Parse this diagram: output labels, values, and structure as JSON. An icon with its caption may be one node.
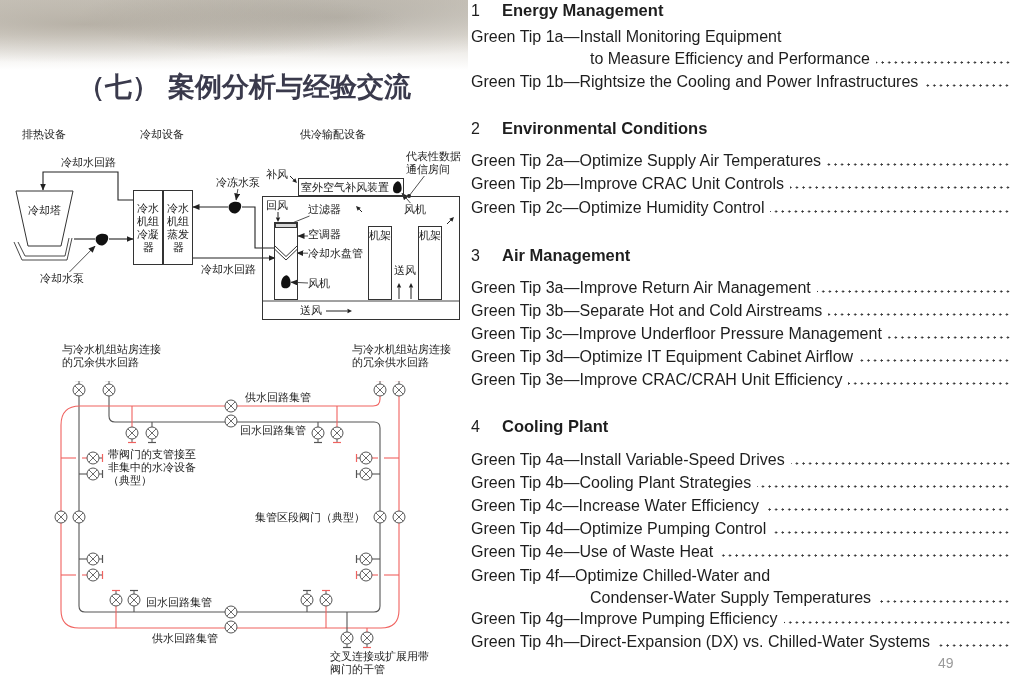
{
  "diagram": {
    "title": "（七） 案例分析与经验交流",
    "nodes": [
      {
        "text": [
          "冷却塔"
        ]
      },
      {
        "text": [
          "冷水机组冷凝器"
        ]
      },
      {
        "text": [
          "冷水机组蒸发器"
        ]
      },
      {
        "text": [],
        "shape": "pump"
      },
      {
        "text": [
          "冷却水泵"
        ]
      },
      {
        "text": [],
        "shape": "pump"
      },
      {
        "text": [
          "冷冻水泵"
        ]
      },
      {
        "text": [
          "室外空气补风装置"
        ]
      },
      {
        "text": [],
        "shape": "fan",
        "in": 7
      },
      {
        "text": [],
        "shape": "box"
      },
      {
        "text": [
          "代表性数据通信房间"
        ]
      },
      {
        "text": [
          "风机"
        ],
        "in": 9
      },
      {
        "text": [],
        "shape": "box",
        "in": 9
      },
      {
        "text": [],
        "shape": "bar",
        "in": 12
      },
      {
        "text": [],
        "shape": "coil",
        "in": 12
      },
      {
        "text": [],
        "shape": "fan",
        "in": 12
      },
      {
        "text": [
          "过滤器"
        ],
        "in": 9
      },
      {
        "text": [
          "空调器"
        ],
        "in": 9
      },
      {
        "text": [
          "冷却水盘管"
        ],
        "in": 9
      },
      {
        "text": [
          "风机"
        ],
        "in": 9
      },
      {
        "text": [
          "机架"
        ],
        "in": 9
      },
      {
        "text": [
          "机架"
        ],
        "in": 9
      }
    ],
    "edges": [
      {
        "from": 1,
        "to": 0,
        "arrow": "to",
        "label": "冷却水回路"
      },
      {
        "from": 0,
        "to": 3,
        "arrow": "none"
      },
      {
        "from": 3,
        "to": 1,
        "arrow": "to"
      },
      {
        "from": 5,
        "to": 2,
        "arrow": "to"
      },
      {
        "from": 2,
        "to": 14,
        "arrow": "to",
        "label": "冷却水回路"
      },
      {
        "from": 14,
        "to": 5,
        "arrow": "none"
      },
      {
        "from": 4,
        "to": 3,
        "arrow": "to"
      },
      {
        "from": 6,
        "to": 5,
        "arrow": "to"
      },
      {
        "from": 10,
        "to": 9,
        "arrow": "other"
      },
      {
        "from": 11,
        "to": 8,
        "arrow": "to"
      },
      {
        "from": 16,
        "to": 13,
        "arrow": "none"
      },
      {
        "from": 17,
        "to": 12,
        "arrow": "to"
      },
      {
        "from": 18,
        "to": 14,
        "arrow": "to"
      },
      {
        "from": 19,
        "to": 15,
        "arrow": "to"
      }
    ],
    "labels": [
      "排热设备",
      "冷却设备",
      "供冷输配设备",
      "补风",
      "回风",
      "送风",
      "送风",
      "与冷水机组站房连接的冗余供水回路",
      "与冷水机组站房连接的冗余供水回路",
      "供水回路集管",
      "回水回路集管",
      "带阀门的支管接至非集中的水冷设备（典型）",
      "集管区段阀门（典型）",
      "回水回路集管",
      "供水回路集管",
      "交叉连接或扩展用带阀门的干管",
      "1",
      "Energy Management",
      "Green Tip 1a—Install Monitoring Equipment to Measure Efficiency and Performance",
      "Green Tip 1b—Rightsize the Cooling and Power Infrastructures",
      "2",
      "Environmental Conditions",
      "Green Tip 2a—Optimize Supply Air Temperatures",
      "Green Tip 2b—Improve CRAC Unit Controls",
      "Green Tip 2c—Optimize Humidity Control",
      "3",
      "Air Management",
      "Green Tip 3a—Improve Return Air Management",
      "Green Tip 3b—Separate Hot and Cold Airstreams",
      "Green Tip 3c—Improve Underfloor Pressure Management",
      "Green Tip 3d—Optimize IT Equipment Cabinet Airflow",
      "Green Tip 3e—Improve CRAC/CRAH Unit Efficiency",
      "4",
      "Cooling Plant",
      "Green Tip 4a—Install Variable-Speed Drives",
      "Green Tip 4b—Cooling Plant Strategies",
      "Green Tip 4c—Increase Water Efficiency",
      "Green Tip 4d—Optimize Pumping Control",
      "Green Tip 4e—Use of Waste Heat",
      "Green Tip 4f—Optimize Chilled-Water and Condenser-Water Supply Temperatures",
      "Green Tip 4g—Improve Pumping Efficiency",
      "Green Tip 4h—Direct-Expansion (DX) vs. Chilled-Water Systems",
      "49"
    ]
  }
}
